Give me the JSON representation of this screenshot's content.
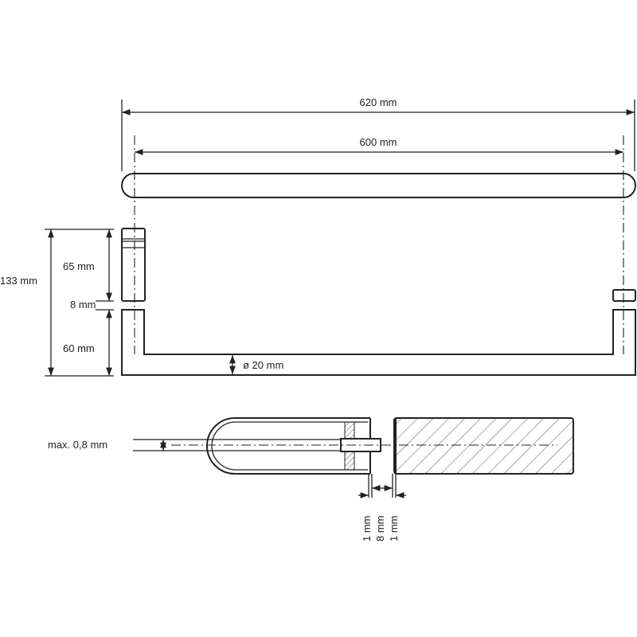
{
  "dimensions": {
    "overall_length": "620 mm",
    "center_distance": "600 mm",
    "total_height": "133 mm",
    "upper_part": "65 mm",
    "gap": "8 mm",
    "lower_part": "60 mm",
    "diameter": "ø  20 mm",
    "max_thickness": "max. 0,8 mm",
    "detail_gap_left": "1 mm",
    "detail_gap_middle": "8 mm",
    "detail_gap_right": "1 mm"
  }
}
